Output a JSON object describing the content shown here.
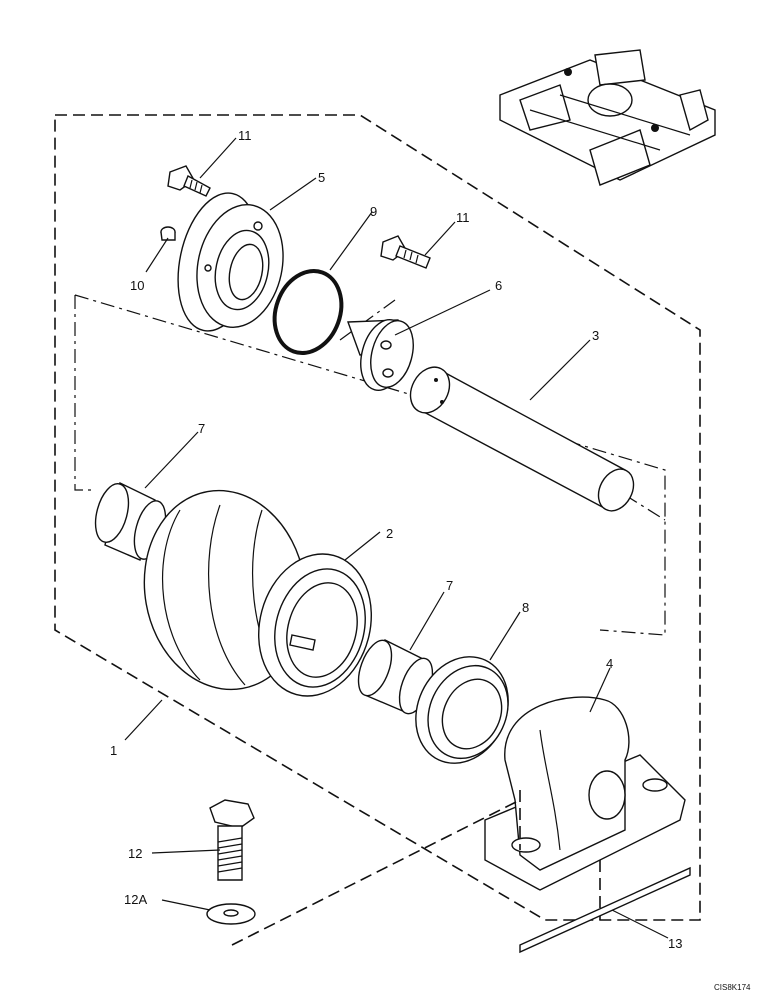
{
  "callouts": {
    "c1": "1",
    "c2": "2",
    "c3": "3",
    "c4": "4",
    "c5": "5",
    "c6": "6",
    "c7a": "7",
    "c7b": "7",
    "c8": "8",
    "c9": "9",
    "c10": "10",
    "c11a": "11",
    "c11b": "11",
    "c12": "12",
    "c12a": "12A",
    "c13": "13"
  },
  "figure_code": "CIS8K174"
}
